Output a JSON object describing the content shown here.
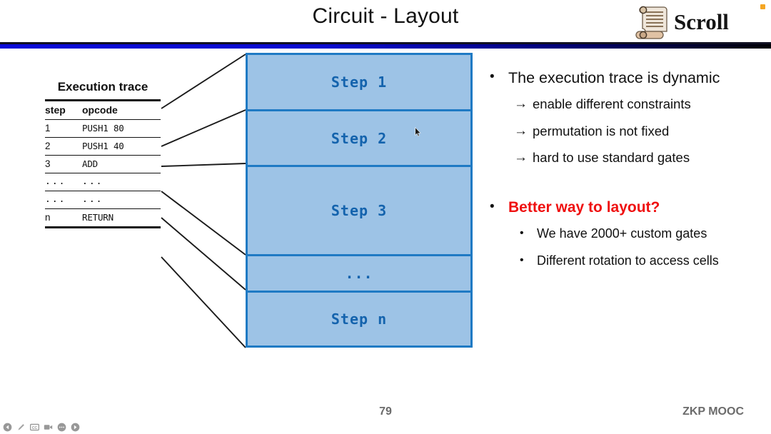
{
  "slide": {
    "title": "Circuit - Layout",
    "page_number": "79",
    "footer_right": "ZKP MOOC",
    "corner_marker": "orange-dot"
  },
  "logo": {
    "text": "Scroll",
    "icon": "scroll-parchment-icon"
  },
  "trace": {
    "caption": "Execution trace",
    "columns": [
      "step",
      "opcode"
    ],
    "rows": [
      {
        "step": "1",
        "opcode": "PUSH1 80"
      },
      {
        "step": "2",
        "opcode": "PUSH1 40"
      },
      {
        "step": "3",
        "opcode": "ADD"
      },
      {
        "step": "...",
        "opcode": "..."
      },
      {
        "step": "...",
        "opcode": "..."
      },
      {
        "step": "n",
        "opcode": "RETURN"
      }
    ]
  },
  "steps": {
    "boxes": [
      {
        "label": "Step 1",
        "height": 79
      },
      {
        "label": "Step 2",
        "height": 78
      },
      {
        "label": "Step 3",
        "height": 125
      },
      {
        "label": "...",
        "height": 51
      },
      {
        "label": "Step n",
        "height": 80
      }
    ],
    "fill_color": "#9dc3e6",
    "border_color": "#1f7ac4",
    "text_color": "#1463ad"
  },
  "bullets": {
    "group1": {
      "heading": "The execution trace is dynamic",
      "bullet_glyph": "•",
      "arrow_glyph": "→",
      "sub": [
        "enable different constraints",
        "permutation is not fixed",
        "hard to use standard gates"
      ]
    },
    "group2": {
      "heading": "Better way to layout?",
      "heading_color": "#ef1010",
      "bullet_glyph": "•",
      "sub_glyph": "•",
      "sub": [
        "We have 2000+ custom gates",
        "Different rotation to access cells"
      ]
    }
  },
  "toolbar": {
    "items": [
      {
        "name": "back-arrow-icon"
      },
      {
        "name": "pen-icon"
      },
      {
        "name": "closed-caption-icon"
      },
      {
        "name": "video-camera-icon"
      },
      {
        "name": "more-options-icon"
      },
      {
        "name": "forward-arrow-icon"
      }
    ]
  }
}
